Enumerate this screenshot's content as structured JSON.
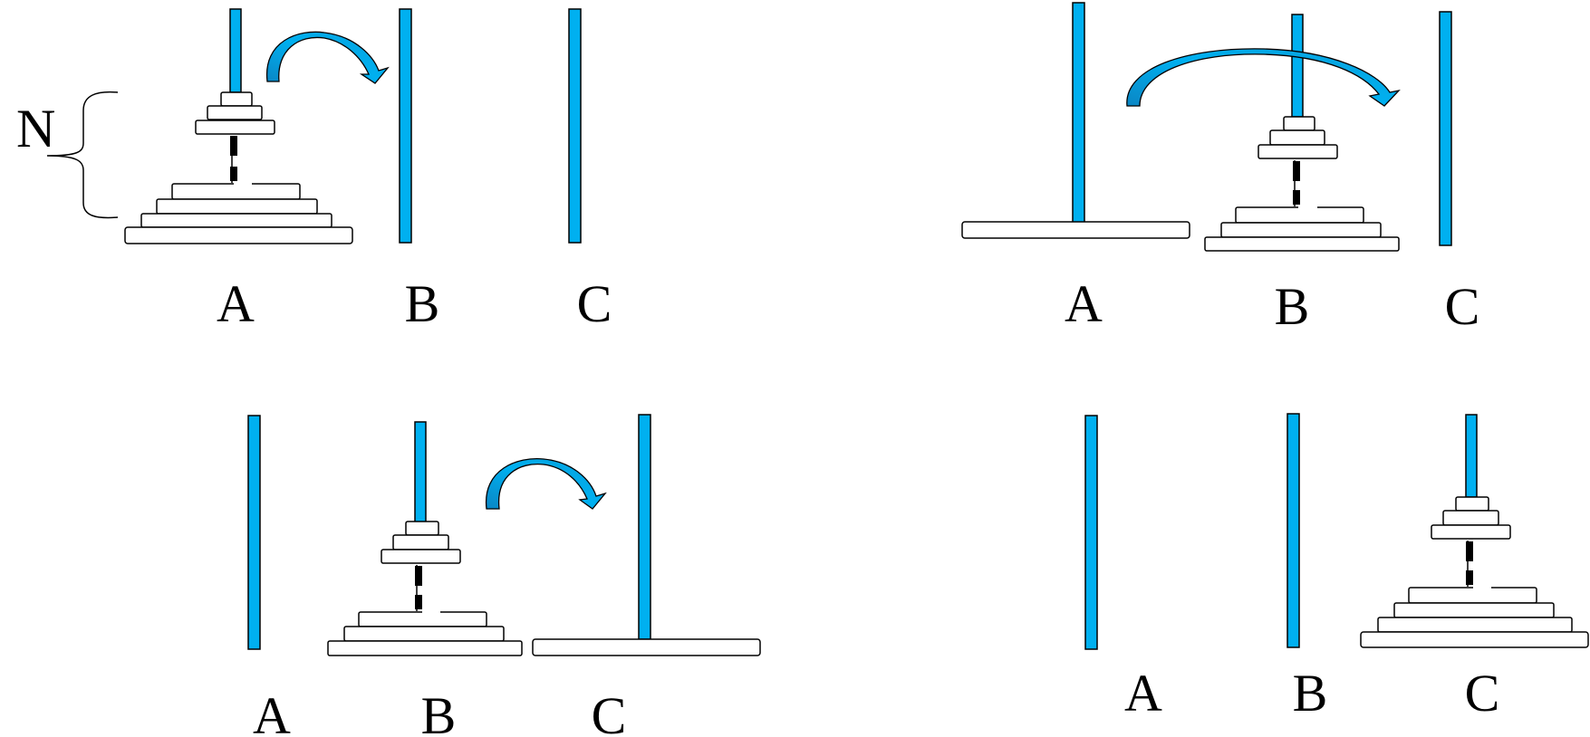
{
  "diagram": {
    "peg_color": "#00b0f0",
    "disk_fill": "#ffffff",
    "stroke": "#000000",
    "n_label": "N",
    "panels": [
      {
        "id": "step-1",
        "labels": [
          "A",
          "B",
          "C"
        ],
        "stack_on": "A",
        "arrow": "A-to-B"
      },
      {
        "id": "step-2",
        "labels": [
          "A",
          "B",
          "C"
        ],
        "stack_on": "B",
        "large_disk_on": "A",
        "arrow": "A-to-C"
      },
      {
        "id": "step-3",
        "labels": [
          "A",
          "B",
          "C"
        ],
        "stack_on": "B",
        "large_disk_on": "C",
        "arrow": "B-to-C"
      },
      {
        "id": "step-4",
        "labels": [
          "A",
          "B",
          "C"
        ],
        "stack_on": "C"
      }
    ]
  }
}
